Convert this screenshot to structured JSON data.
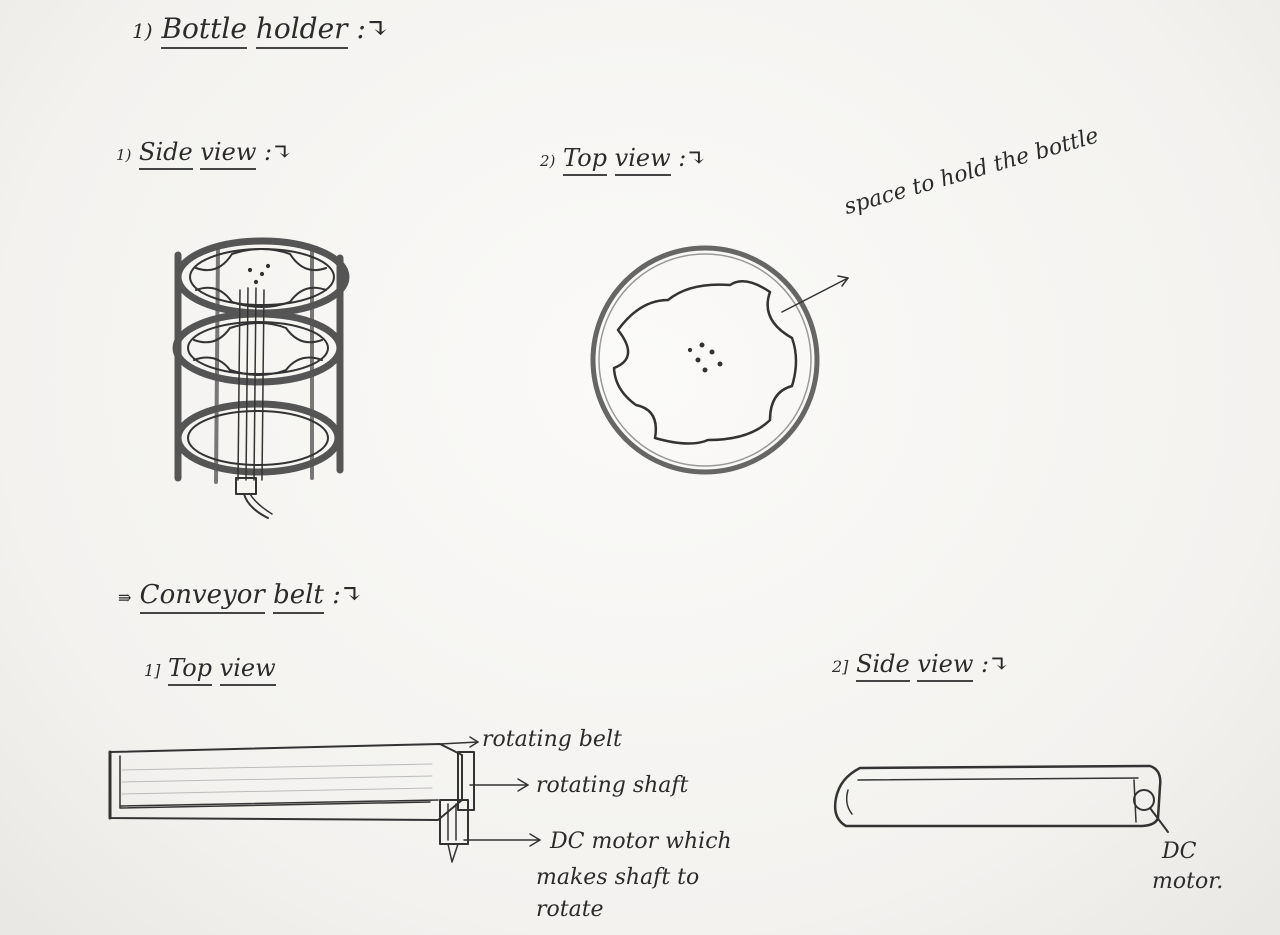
{
  "title": {
    "num": "1)",
    "w1": "Bottle",
    "w2": "holder",
    "arrow": ":↴"
  },
  "bottle_holder": {
    "side_view": {
      "num": "1)",
      "w1": "Side",
      "w2": "view",
      "arrow": ":↴"
    },
    "top_view": {
      "num": "2)",
      "w1": "Top",
      "w2": "view",
      "arrow": ":↴"
    },
    "space_label": "space to hold the bottle"
  },
  "conveyor": {
    "heading": {
      "bullet": "⇛",
      "w1": "Conveyor",
      "w2": "belt",
      "arrow": ":↴"
    },
    "top_view": {
      "num": "1]",
      "w1": "Top",
      "w2": "view"
    },
    "side_view": {
      "num": "2]",
      "w1": "Side",
      "w2": "view",
      "arrow": ":↴"
    },
    "labels": {
      "rotating_belt": "rotating belt",
      "rotating_shaft": "rotating shaft",
      "dc_motor_line1": "DC motor which",
      "dc_motor_line2": "makes shaft to",
      "dc_motor_line3": "rotate",
      "side_dc": "DC",
      "side_motor": "motor."
    }
  },
  "colors": {
    "ink": "#2b2b2b",
    "paper": "#f5f4f2"
  }
}
